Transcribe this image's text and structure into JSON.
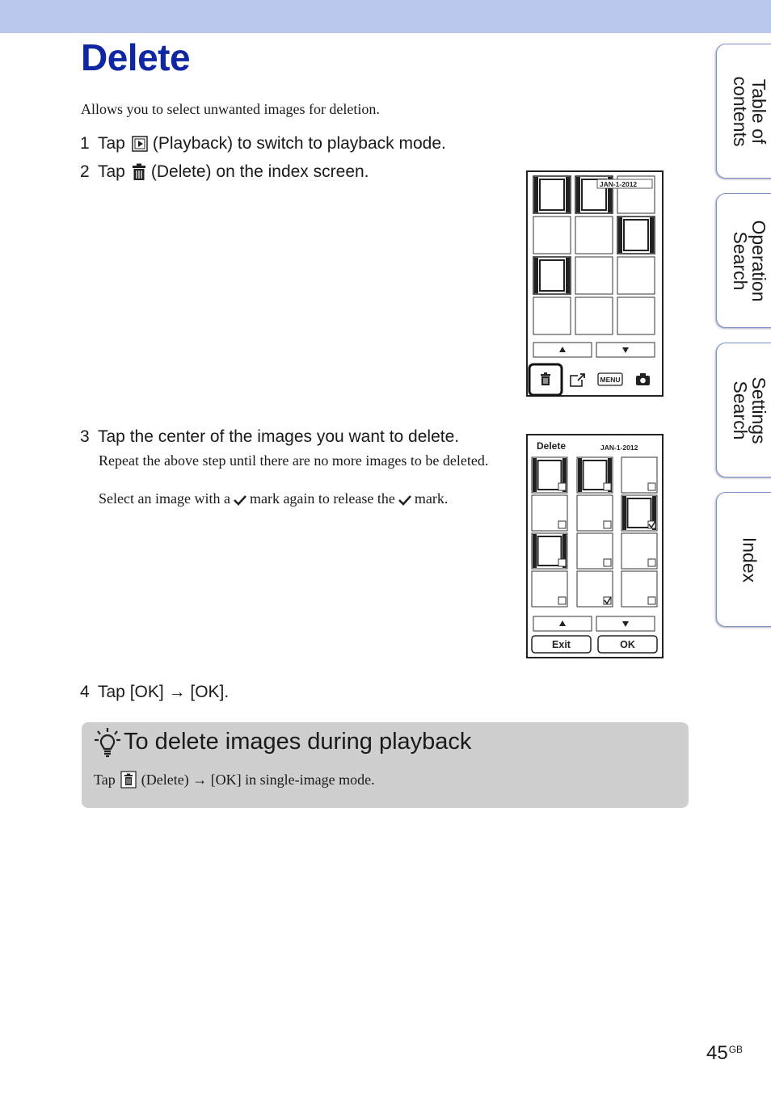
{
  "header": {
    "title": "Delete"
  },
  "intro": "Allows you to select unwanted images for deletion.",
  "steps": [
    {
      "num": "1",
      "pre": "Tap",
      "post": "(Playback) to switch to playback mode."
    },
    {
      "num": "2",
      "pre": "Tap",
      "post": "(Delete) on the index screen."
    },
    {
      "num": "3",
      "text": "Tap the center of the images you want to delete."
    },
    {
      "num": "4",
      "text": "Tap [OK] → [OK]."
    }
  ],
  "step3_notes": {
    "line1": "Repeat the above step until there are no more images to be deleted.",
    "line2_a": "Select an image with a",
    "line2_b": "mark again to release the",
    "line2_c": "mark."
  },
  "screen1": {
    "date": "JAN-1-2012",
    "menu_label": "MENU"
  },
  "screen2": {
    "title": "Delete",
    "date": "JAN-1-2012",
    "exit_label": "Exit",
    "ok_label": "OK"
  },
  "hint": {
    "title": "To delete images during playback",
    "pre": "Tap",
    "post": "(Delete) → [OK] in single-image mode."
  },
  "side_tabs": [
    {
      "label": "Table of\ncontents"
    },
    {
      "label": "Operation\nSearch"
    },
    {
      "label": "Settings\nSearch"
    },
    {
      "label": "Index"
    }
  ],
  "page": {
    "number": "45",
    "suffix": "GB"
  }
}
